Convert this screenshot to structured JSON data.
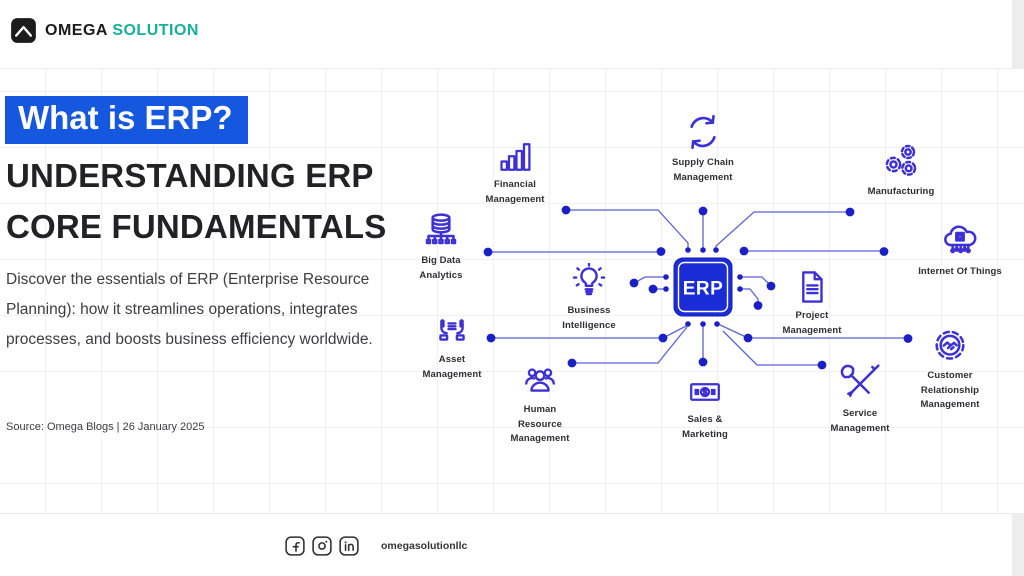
{
  "brand": {
    "name": "OMEGA",
    "name_accent": "SOLUTION"
  },
  "hero": {
    "highlight_title": "What is ERP?",
    "title_line1": "UNDERSTANDING ERP",
    "title_line2": "CORE FUNDAMENTALS",
    "description": "Discover the essentials of ERP (Enterprise Resource Planning): how it streamlines operations, integrates processes, and boosts business efficiency worldwide.",
    "source": "Source: Omega Blogs | 26 January 2025"
  },
  "diagram": {
    "center_label": "ERP",
    "nodes": [
      {
        "id": "financial-management",
        "label": "Financial\nManagement",
        "icon": "bar-chart-icon"
      },
      {
        "id": "supply-chain-management",
        "label": "Supply Chain\nManagement",
        "icon": "cycle-arrows-icon"
      },
      {
        "id": "manufacturing",
        "label": "Manufacturing",
        "icon": "gears-icon"
      },
      {
        "id": "big-data-analytics",
        "label": "Big Data\nAnalytics",
        "icon": "database-network-icon"
      },
      {
        "id": "internet-of-things",
        "label": "Internet Of Things",
        "icon": "cloud-chip-icon"
      },
      {
        "id": "business-intelligence",
        "label": "Business\nIntelligence",
        "icon": "lightbulb-icon"
      },
      {
        "id": "project-management",
        "label": "Project\nManagement",
        "icon": "document-icon"
      },
      {
        "id": "asset-management",
        "label": "Asset\nManagement",
        "icon": "hands-care-icon"
      },
      {
        "id": "customer-relationship-management",
        "label": "Customer\nRelationship\nManagement",
        "icon": "handshake-gear-icon"
      },
      {
        "id": "human-resource-management",
        "label": "Human\nResource\nManagement",
        "icon": "people-icon"
      },
      {
        "id": "sales-marketing",
        "label": "Sales &\nMarketing",
        "icon": "banknote-icon"
      },
      {
        "id": "service-management",
        "label": "Service\nManagement",
        "icon": "tools-icon"
      }
    ]
  },
  "footer": {
    "handle": "omegasolutionllc",
    "social_icons": [
      "facebook",
      "instagram",
      "linkedin"
    ]
  },
  "colors": {
    "accent_blue": "#1657e0",
    "chip_blue": "#1b2bd6",
    "icon_indigo": "#3d30d5",
    "trace_blue": "#5b61da",
    "dot_blue": "#1b1fc6",
    "brand_teal": "#16b098"
  }
}
